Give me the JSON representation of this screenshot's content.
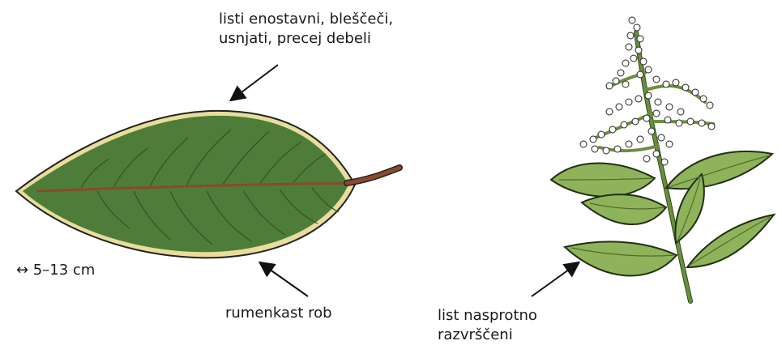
{
  "leaf_label": {
    "line1": "listi enostavni, bleščeči,",
    "line2": "usnjati, precej debeli"
  },
  "edge_label": "rumenkast rob",
  "size_label": "↔ 5–13 cm",
  "branch_label": {
    "line1": "list nasprotno",
    "line2": "razvrščeni"
  },
  "colors": {
    "leaf_fill": "#4e7d3a",
    "leaf_edge": "#e8dd9a",
    "midrib": "#8a4a2a",
    "branch_leaf": "#8fb35a",
    "flower": "#ffffff"
  }
}
